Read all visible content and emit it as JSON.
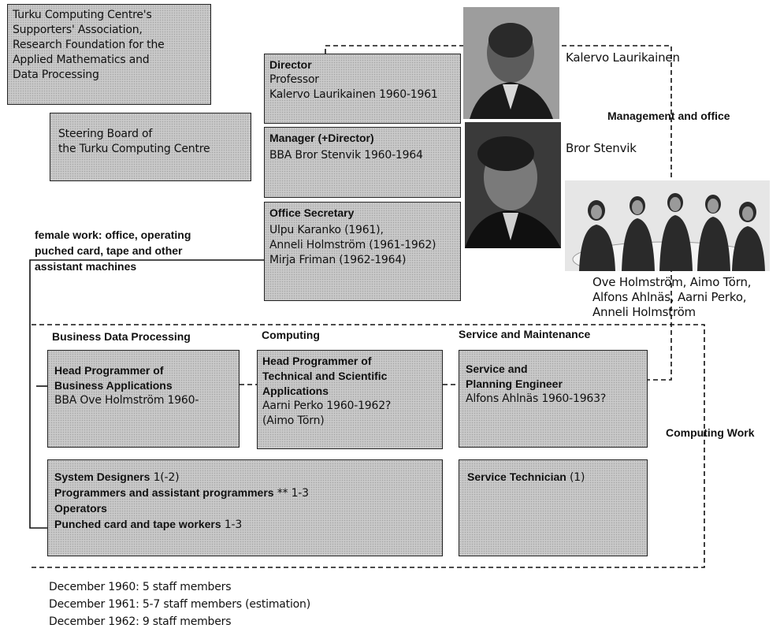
{
  "associations": {
    "lines": [
      "Turku Computing Centre's",
      "Supporters' Association,",
      "Research Foundation for the",
      "Applied Mathematics and",
      "Data Processing"
    ]
  },
  "steering_board": {
    "lines": [
      "Steering Board of",
      "the Turku Computing Centre"
    ]
  },
  "director": {
    "title": "Director",
    "lines": [
      "Professor",
      "Kalervo Laurikainen 1960-1961"
    ]
  },
  "manager": {
    "title": "Manager (+Director)",
    "lines": [
      "BBA Bror Stenvik 1960-1964"
    ]
  },
  "secretary": {
    "title": "Office Secretary",
    "lines": [
      "Ulpu Karanko (1961),",
      "Anneli Holmström (1961-1962)",
      "Mirja Friman (1962-1964)"
    ]
  },
  "female_work": {
    "lines": [
      "female work: office, operating",
      "puched card, tape and other",
      "assistant machines"
    ]
  },
  "captions": {
    "laurikainen": "Kalervo Laurikainen",
    "stenvik": "Bror Stenvik",
    "management": "Management and office",
    "group_photo": [
      "Ove Holmström, Aimo Törn,",
      "Alfons Ahlnäs, Aarni Perko,",
      "Anneli Holmström"
    ],
    "computing_work": "Computing Work"
  },
  "section_headers": {
    "business": "Business Data Processing",
    "computing": "Computing",
    "service": "Service and Maintenance"
  },
  "business_head": {
    "title_lines": [
      "Head Programmer of",
      "Business Applications"
    ],
    "person": "BBA Ove Holmström 1960-"
  },
  "computing_head": {
    "title_lines": [
      "Head Programmer of",
      "Technical and Scientific",
      "Applications"
    ],
    "person_lines": [
      "Aarni Perko 1960-1962?",
      "(Aimo Törn)"
    ]
  },
  "service_engineer": {
    "title_lines": [
      "Service and",
      "Planning Engineer"
    ],
    "person": "Alfons Ahlnäs 1960-1963?"
  },
  "staff": {
    "rows": [
      {
        "label": "System Designers",
        "count": "1(-2)"
      },
      {
        "label": "Programmers and assistant programmers",
        "count": "** 1-3"
      },
      {
        "label": "Operators",
        "count": ""
      },
      {
        "label": "Punched card and tape workers",
        "count": "1-3"
      }
    ]
  },
  "service_technician": {
    "label": "Service Technician",
    "count": "(1)"
  },
  "staff_counts": [
    "December 1960: 5 staff members",
    "December 1961: 5-7 staff members (estimation)",
    "December 1962: 9 staff members"
  ]
}
